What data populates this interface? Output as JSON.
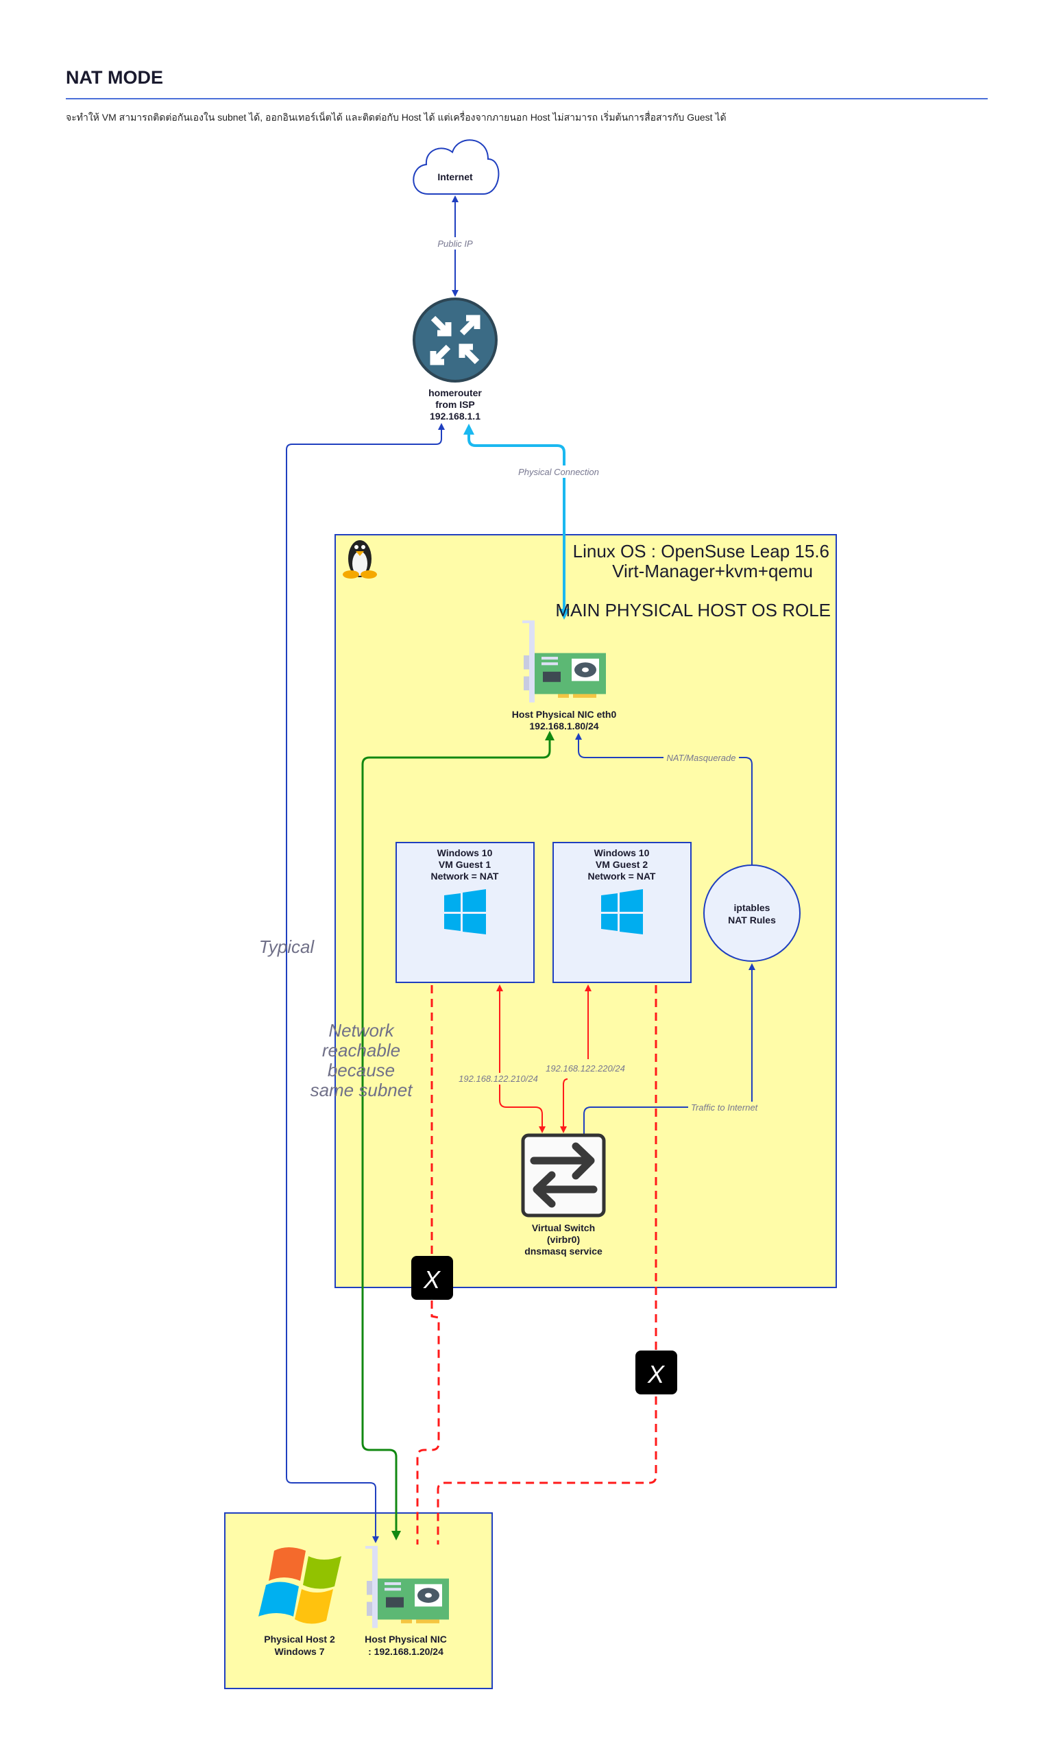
{
  "header": {
    "title": "NAT MODE",
    "subtitle": "จะทำให้ VM สามารถติดต่อกันเองใน subnet ได้, ออกอินเทอร์เน็ตได้ และติดต่อกับ Host ได้ แต่เครื่องจากภายนอก Host ไม่สามารถ เริ่มต้นการสื่อสารกับ Guest ได้"
  },
  "colors": {
    "link_blue": "#1f3fbf",
    "cyan": "#1ab8f0",
    "green": "#118811",
    "red": "#ff1a1a",
    "host_fill": "#fffca8",
    "vm_fill": "#eaf0fc",
    "router": "#3b6b85"
  },
  "nodes": {
    "internet": "Internet",
    "router": [
      "homerouter",
      "from ISP",
      "192.168.1.1"
    ],
    "linux_host": {
      "title": [
        "Linux OS : OpenSuse Leap 15.6",
        "Virt-Manager+kvm+qemu"
      ],
      "role": "MAIN PHYSICAL HOST OS ROLE",
      "icon": "tux-penguin-icon"
    },
    "host_nic": [
      "Host Physical NIC eth0",
      "192.168.1.80/24"
    ],
    "vm1": [
      "Windows 10",
      "VM Guest 1",
      "Network = NAT"
    ],
    "vm2": [
      "Windows 10",
      "VM Guest 2",
      "Network = NAT"
    ],
    "iptables": [
      "iptables",
      "NAT Rules"
    ],
    "switch": [
      "Virtual Switch",
      "(virbr0)",
      "dnsmasq service"
    ],
    "host2": [
      "Physical Host 2",
      "Windows 7"
    ],
    "host2_nic": [
      "Host Physical NIC",
      " : 192.168.1.20/24"
    ],
    "blocked_mark": "X"
  },
  "edges": {
    "public_ip": "Public IP",
    "physical_connection": "Physical Connection",
    "nat_masquerade": "NAT/Masquerade",
    "vm1_ip": "192.168.122.210/24",
    "vm2_ip": "192.168.122.220/24",
    "traffic_to_internet": "Traffic to Internet",
    "typical": "Typical",
    "network_reachable": [
      "Network",
      "reachable",
      "because",
      "same subnet"
    ]
  }
}
